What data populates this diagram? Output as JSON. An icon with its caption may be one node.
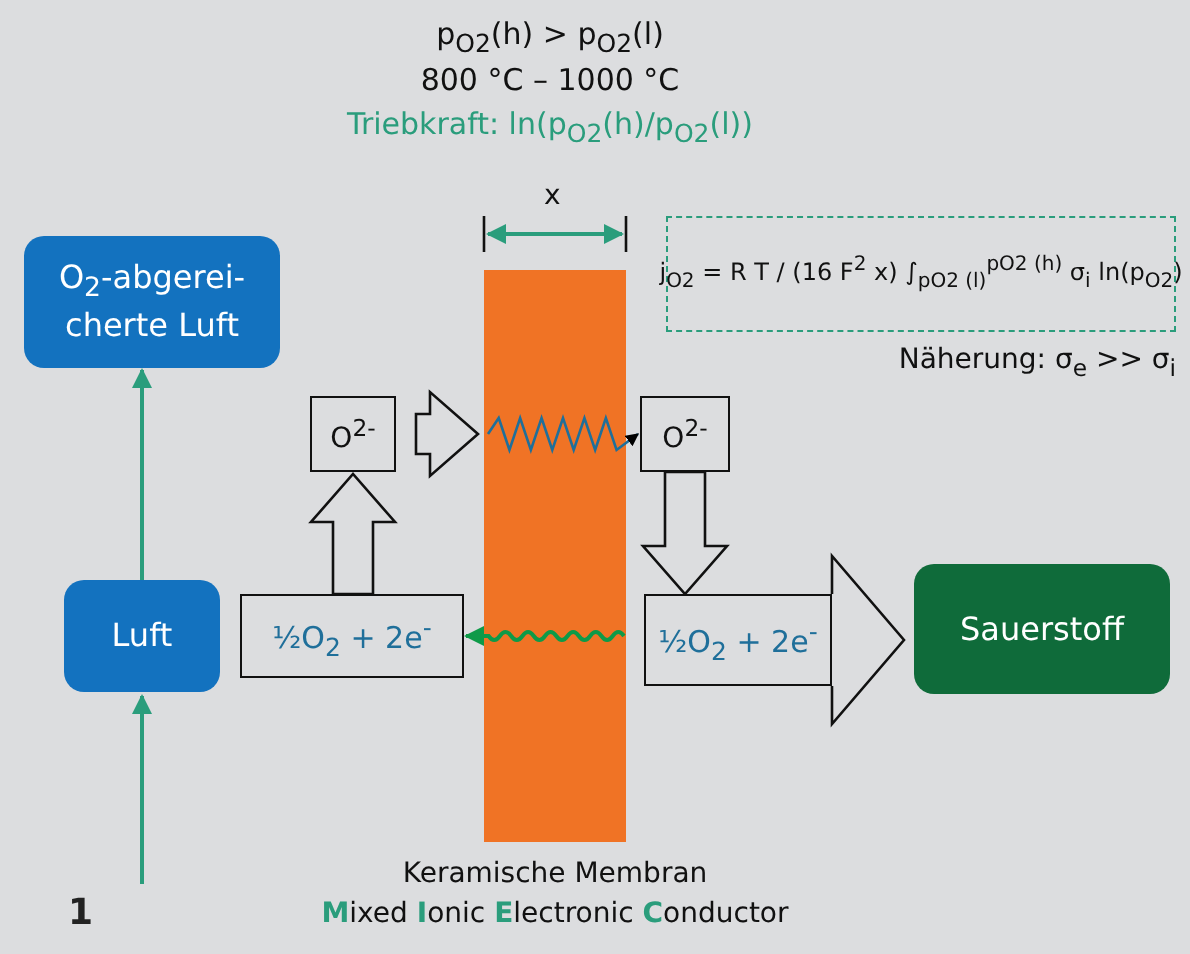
{
  "diagram": {
    "nodes": [
      {
        "text": [
          "O$_{2}$-abgerei- cherte Luft"
        ]
      },
      {
        "text": [
          "Luft"
        ]
      },
      {
        "text": [
          "O$^{2-}$"
        ]
      },
      {
        "text": [
          "½O$_{2}$ + 2e$^{-}$"
        ]
      },
      {
        "text": [
          "Keramische Membran",
          "**M**ixed **I**onic **E**lectronic **C**onductor"
        ]
      },
      {
        "text": [
          "O$^{2-}$"
        ]
      },
      {
        "text": [
          "½O$_{2}$ + 2e$^{-}$"
        ]
      },
      {
        "text": [
          "Sauerstoff"
        ]
      },
      {
        "text": [
          "j$_{O2}$ = R T / (16 F$^{2}$ x) ∫$_{pO2 (l)}$$^{pO2 (h)}$ σ$_{i}$ ln(p$_{O2}$)"
        ],
        "beside": [
          "Näherung: σ$_{e}$ >> σ$_{i}$"
        ]
      }
    ],
    "edges": [
      {
        "from": null,
        "to": 1,
        "arrow": "to",
        "color": "#2a9d7c"
      },
      {
        "from": 1,
        "to": 0,
        "arrow": "to",
        "color": "#2a9d7c"
      },
      {
        "from": 3,
        "to": 2,
        "arrow": "to"
      },
      {
        "from": 2,
        "to": 4,
        "arrow": "to"
      },
      {
        "from": 4,
        "to": 5,
        "arrow": "to",
        "color": "#1f6f9a"
      },
      {
        "from": 5,
        "to": 6,
        "arrow": "to"
      },
      {
        "from": 6,
        "to": 7,
        "arrow": "to"
      },
      {
        "from": 4,
        "to": 3,
        "arrow": "to",
        "color": "#0e9a48"
      }
    ],
    "labels": [
      "p$_{O2}$(h) > p$_{O2}$(l)",
      "800 °C – 1000 °C",
      "Triebkraft: ln(p$_{O2}$(h)/p$_{O2}$(l))",
      "x",
      "1"
    ]
  }
}
